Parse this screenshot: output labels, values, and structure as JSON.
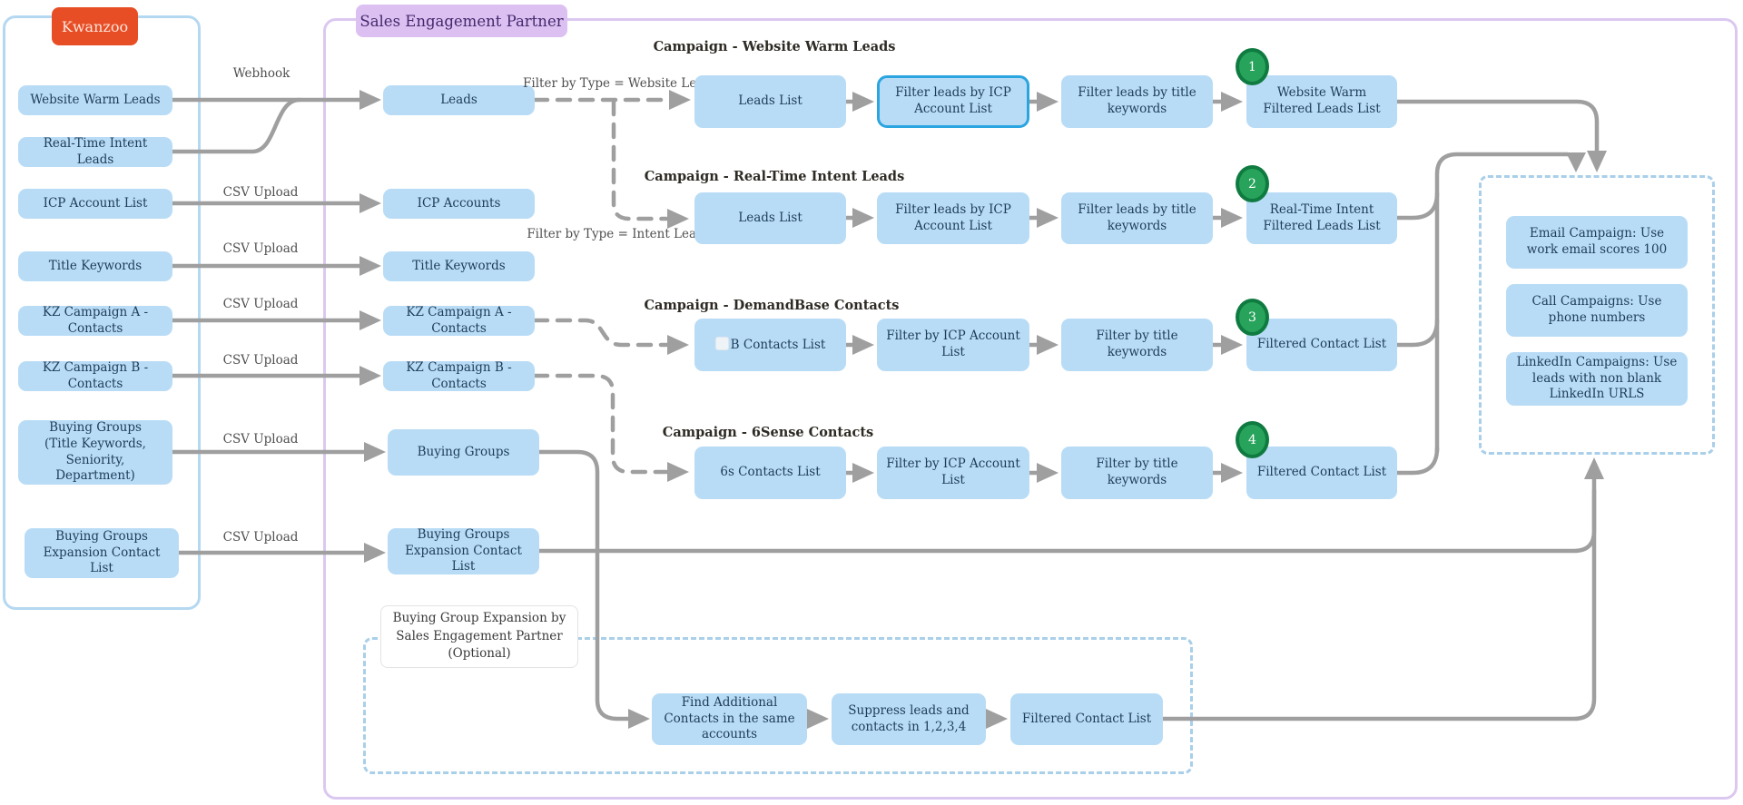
{
  "colors": {
    "kwanzoo_red": "#e84e25",
    "node_blue": "#b9dcf6",
    "selected_border_blue": "#2aa5e0",
    "badge_green": "#27a35b",
    "badge_green_dark": "#0f7b40",
    "sep_purple": "#dcc0f2",
    "arrow_gray": "#9f9f9f",
    "node_text": "#1d3c59"
  },
  "kwanzoo": {
    "label": "Kwanzoo",
    "nodes": {
      "website_warm": "Website Warm Leads",
      "realtime_intent": "Real-Time Intent Leads",
      "icp_account_list": "ICP Account List",
      "title_keywords": "Title Keywords",
      "kz_campaign_a": "KZ Campaign A - Contacts",
      "kz_campaign_b": "KZ Campaign B - Contacts",
      "buying_groups_line1": "Buying Groups",
      "buying_groups_line2": "(Title Keywords, Seniority, Department)",
      "bg_expansion": "Buying Groups Expansion Contact List"
    }
  },
  "sep": {
    "label": "Sales Engagement Partner",
    "inputs": {
      "leads": "Leads",
      "icp_accounts": "ICP Accounts",
      "title_keywords": "Title Keywords",
      "kz_campaign_a": "KZ Campaign A - Contacts",
      "kz_campaign_b": "KZ Campaign B - Contacts",
      "buying_groups": "Buying Groups",
      "bg_expansion": "Buying Groups Expansion Contact List"
    }
  },
  "edge_labels": {
    "webhook": "Webhook",
    "csv_upload": "CSV Upload",
    "filter_website": "Filter by Type = Website Lead",
    "filter_intent": "Filter by Type = Intent Lead"
  },
  "campaigns": [
    {
      "title": "Campaign - Website Warm Leads",
      "badge": "1",
      "steps": [
        "Leads List",
        "Filter leads by ICP Account List",
        "Filter leads by title keywords",
        "Website Warm Filtered Leads List"
      ]
    },
    {
      "title": "Campaign - Real-Time Intent Leads",
      "badge": "2",
      "steps": [
        "Leads List",
        "Filter leads by ICP Account List",
        "Filter leads by title keywords",
        "Real-Time Intent Filtered Leads List"
      ]
    },
    {
      "title": "Campaign - DemandBase Contacts",
      "badge": "3",
      "steps": [
        "B Contacts List",
        "Filter  by ICP Account List",
        "Filter  by title keywords",
        "Filtered Contact List"
      ]
    },
    {
      "title": "Campaign - 6Sense Contacts",
      "badge": "4",
      "steps": [
        "6s Contacts  List",
        "Filter  by ICP Account List",
        "Filter  by title keywords",
        "Filtered Contact List"
      ]
    }
  ],
  "outputs": {
    "email": "Email Campaign: Use work email scores 100",
    "call": "Call Campaigns: Use phone numbers",
    "linkedin": "LinkedIn Campaigns: Use leads with non blank LinkedIn URLS"
  },
  "optional": {
    "label": "Buying Group Expansion by Sales Engagement Partner (Optional)",
    "steps": [
      "Find Additional Contacts in the same accounts",
      "Suppress leads and contacts in 1,2,3,4",
      "Filtered Contact List"
    ]
  }
}
